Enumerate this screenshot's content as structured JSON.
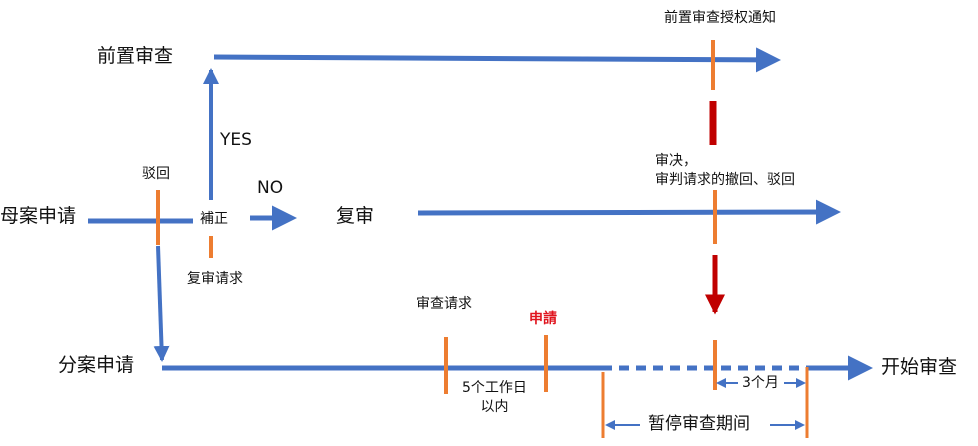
{
  "nodes": {
    "parent_application": "母案申请",
    "pre_review": "前置审查",
    "re_examination": "复审",
    "divisional_application": "分案申请",
    "start_examination": "开始审查"
  },
  "labels": {
    "yes": "YES",
    "no": "NO",
    "rejection": "驳回",
    "amendment": "補正",
    "re_exam_request": "复审请求",
    "pre_review_notice": "前置审查授权通知",
    "decision_line1": "审决，",
    "decision_line2": "审判请求的撤回、驳回",
    "exam_request": "审查请求",
    "apply": "申請",
    "within_5_days_line1": "5个工作日",
    "within_5_days_line2": "以内",
    "three_months": "3个月",
    "suspension_period": "暂停审查期间"
  },
  "colors": {
    "flow": "#4472c4",
    "event_tick": "#ed7d31",
    "decision": "#c00000",
    "apply_text": "#e0141e"
  }
}
